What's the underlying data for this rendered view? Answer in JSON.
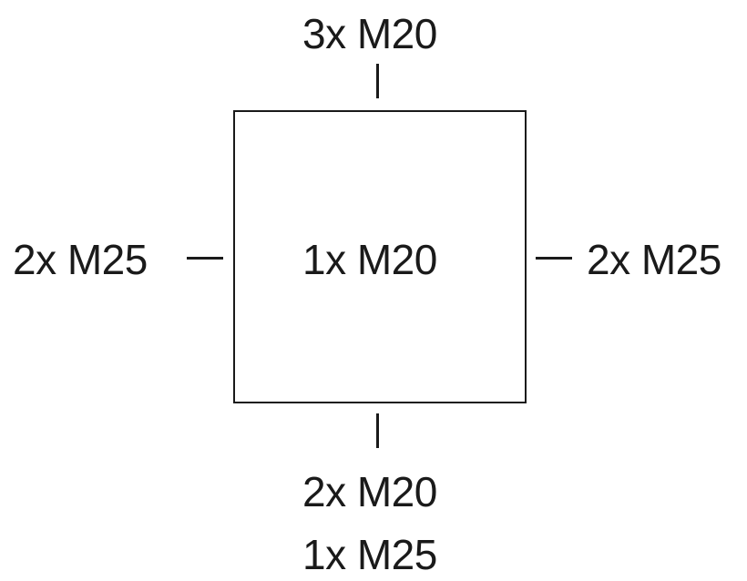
{
  "diagram": {
    "top": {
      "label": "3x M20"
    },
    "center": {
      "label": "1x M20"
    },
    "left": {
      "label": "2x M25"
    },
    "right": {
      "label": "2x M25"
    },
    "bottom": {
      "lines": [
        "2x M20",
        "1x M25"
      ]
    }
  },
  "colors": {
    "stroke": "#1a1a1a",
    "background": "#ffffff"
  }
}
